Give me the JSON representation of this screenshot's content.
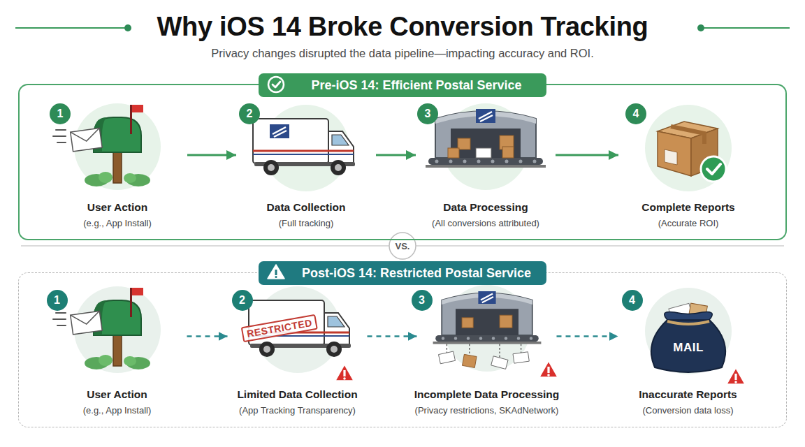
{
  "diagram": {
    "title": "Why iOS 14 Broke Conversion Tracking",
    "nodes": [
      {
        "text": [
          "Pre-iOS 14: Efficient Postal Service"
        ]
      },
      {
        "text": [
          "1",
          "User Action",
          "(e.g., App Install)"
        ],
        "in": 0
      },
      {
        "text": [
          "2",
          "Data Collection",
          "(Full tracking)"
        ],
        "in": 0
      },
      {
        "text": [
          "3",
          "Data Processing",
          "(All conversions attributed)"
        ],
        "in": 0
      },
      {
        "text": [
          "4",
          "Complete Reports",
          "(Accurate ROI)"
        ],
        "in": 0
      },
      {
        "text": [
          "Post-iOS 14: Restricted Postal Service"
        ]
      },
      {
        "text": [
          "1",
          "User Action",
          "(e.g., App Install)"
        ],
        "in": 5
      },
      {
        "text": [
          "2",
          "Limited Data Collection",
          "(App Tracking Transparency)"
        ],
        "in": 5
      },
      {
        "text": [
          "3",
          "Incomplete Data Processing",
          "(Privacy restrictions, SKAdNetwork)"
        ],
        "in": 5
      },
      {
        "text": [
          "4",
          "Inaccurate Reports",
          "(Conversion data loss)"
        ],
        "in": 5
      }
    ],
    "edges": [
      {
        "from": 1,
        "to": 2,
        "arrow": "to"
      },
      {
        "from": 2,
        "to": 3,
        "arrow": "to"
      },
      {
        "from": 3,
        "to": 4,
        "arrow": "to"
      },
      {
        "from": 6,
        "to": 7,
        "arrow": "to"
      },
      {
        "from": 7,
        "to": 8,
        "arrow": "to"
      },
      {
        "from": 8,
        "to": 9,
        "arrow": "to"
      }
    ],
    "labels": [
      "Privacy changes disrupted the data pipeline—impacting accuracy and ROI.",
      "VS.",
      "RESTRICTED",
      "MAIL"
    ]
  }
}
